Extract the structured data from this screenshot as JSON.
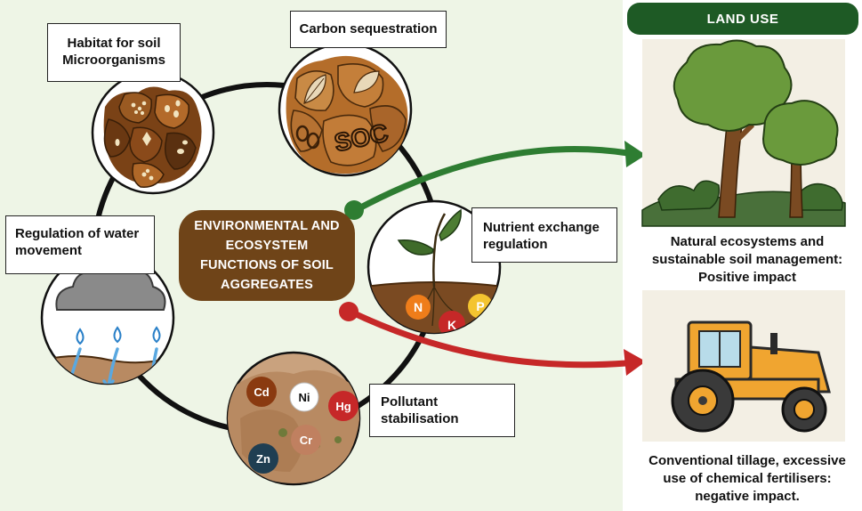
{
  "center_title": "ENVIRONMENTAL AND ECOSYSTEM FUNCTIONS OF SOIL AGGREGATES",
  "functions": {
    "habitat": "Habitat for soil Microorganisms",
    "carbon": "Carbon sequestration",
    "nutrient": "Nutrient exchange regulation",
    "pollutant": "Pollutant stabilisation",
    "water": "Regulation of water movement"
  },
  "soc_label": "SOC",
  "nutrients": [
    "N",
    "P",
    "K"
  ],
  "pollutants": [
    "Cd",
    "Ni",
    "Hg",
    "Cr",
    "Zn"
  ],
  "land_use": {
    "header": "LAND USE",
    "positive": "Natural ecosystems and sustainable soil management: Positive impact",
    "negative": "Conventional tillage, excessive use of chemical fertilisers: negative impact."
  },
  "colors": {
    "positive_arrow": "#2e7d32",
    "negative_arrow": "#c62828",
    "center_box": "#6f4418",
    "header": "#1e5a25",
    "panel_bg": "#eef5e6"
  }
}
